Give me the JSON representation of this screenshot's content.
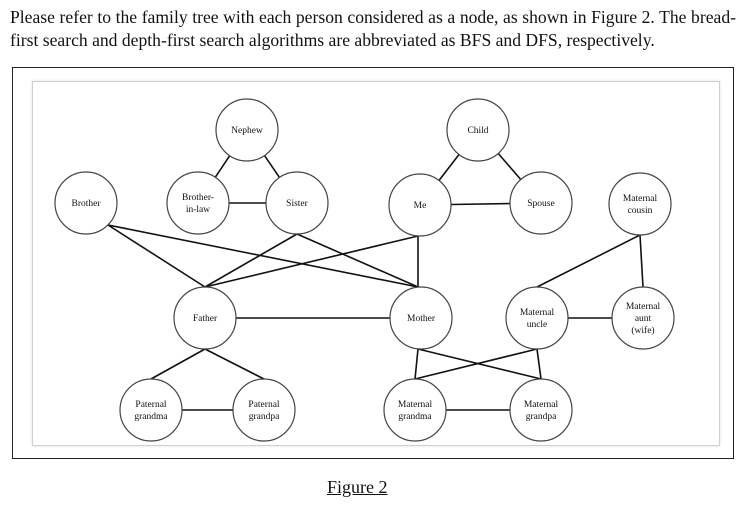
{
  "intro_text": "Please refer to the family tree with each person considered as a node, as shown in Figure 2. The bread-first search and depth-first search algorithms are abbreviated as BFS and DFS, respectively.",
  "figure_caption": "Figure 2",
  "nodes": [
    {
      "id": "nephew",
      "lines": [
        "Nephew"
      ]
    },
    {
      "id": "child",
      "lines": [
        "Child"
      ]
    },
    {
      "id": "brother",
      "lines": [
        "Brother"
      ]
    },
    {
      "id": "brother-in-law",
      "lines": [
        "Brother-",
        "in-law"
      ]
    },
    {
      "id": "sister",
      "lines": [
        "Sister"
      ]
    },
    {
      "id": "me",
      "lines": [
        "Me"
      ]
    },
    {
      "id": "spouse",
      "lines": [
        "Spouse"
      ]
    },
    {
      "id": "maternal-cousin",
      "lines": [
        "Maternal",
        "cousin"
      ]
    },
    {
      "id": "father",
      "lines": [
        "Father"
      ]
    },
    {
      "id": "mother",
      "lines": [
        "Mother"
      ]
    },
    {
      "id": "maternal-uncle",
      "lines": [
        "Maternal",
        "uncle"
      ]
    },
    {
      "id": "maternal-aunt",
      "lines": [
        "Maternal",
        "aunt",
        "(wife)"
      ]
    },
    {
      "id": "paternal-grandma",
      "lines": [
        "Paternal",
        "grandma"
      ]
    },
    {
      "id": "paternal-grandpa",
      "lines": [
        "Paternal",
        "grandpa"
      ]
    },
    {
      "id": "maternal-grandma",
      "lines": [
        "Maternal",
        "grandma"
      ]
    },
    {
      "id": "maternal-grandpa",
      "lines": [
        "Maternal",
        "grandpa"
      ]
    }
  ],
  "edges": [
    [
      "nephew",
      "brother-in-law"
    ],
    [
      "nephew",
      "sister"
    ],
    [
      "brother-in-law",
      "sister"
    ],
    [
      "child",
      "me"
    ],
    [
      "child",
      "spouse"
    ],
    [
      "me",
      "spouse"
    ],
    [
      "brother",
      "father"
    ],
    [
      "brother",
      "mother"
    ],
    [
      "sister",
      "father"
    ],
    [
      "sister",
      "mother"
    ],
    [
      "me",
      "father"
    ],
    [
      "me",
      "mother"
    ],
    [
      "father",
      "mother"
    ],
    [
      "father",
      "paternal-grandma"
    ],
    [
      "father",
      "paternal-grandpa"
    ],
    [
      "paternal-grandma",
      "paternal-grandpa"
    ],
    [
      "mother",
      "maternal-grandma"
    ],
    [
      "mother",
      "maternal-grandpa"
    ],
    [
      "maternal-uncle",
      "maternal-grandma"
    ],
    [
      "maternal-uncle",
      "maternal-grandpa"
    ],
    [
      "maternal-grandma",
      "maternal-grandpa"
    ],
    [
      "maternal-uncle",
      "maternal-aunt"
    ],
    [
      "maternal-uncle",
      "maternal-cousin"
    ],
    [
      "maternal-cousin",
      "maternal-aunt"
    ]
  ]
}
